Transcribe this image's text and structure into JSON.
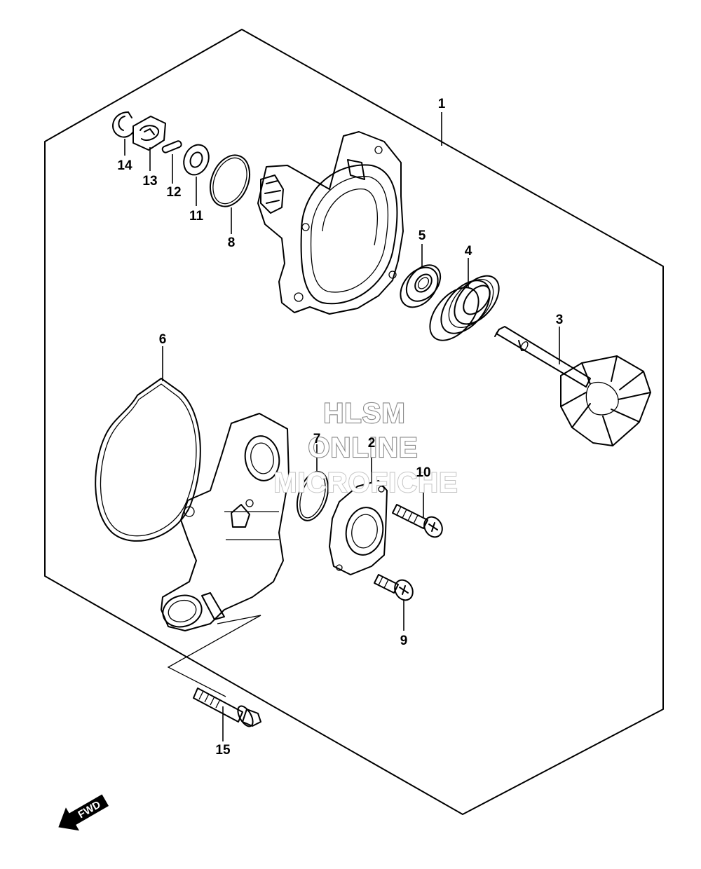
{
  "parts": [
    {
      "id": "1",
      "label": "1"
    },
    {
      "id": "2",
      "label": "2"
    },
    {
      "id": "3",
      "label": "3"
    },
    {
      "id": "4",
      "label": "4"
    },
    {
      "id": "5",
      "label": "5"
    },
    {
      "id": "6",
      "label": "6"
    },
    {
      "id": "7",
      "label": "7"
    },
    {
      "id": "8",
      "label": "8"
    },
    {
      "id": "9",
      "label": "9"
    },
    {
      "id": "10",
      "label": "10"
    },
    {
      "id": "11",
      "label": "11"
    },
    {
      "id": "12",
      "label": "12"
    },
    {
      "id": "13",
      "label": "13"
    },
    {
      "id": "14",
      "label": "14"
    },
    {
      "id": "15",
      "label": "15"
    }
  ],
  "watermark": {
    "line1": "HLSM",
    "line2": "ONLINE",
    "line3": "MICROFICHE"
  },
  "direction_label": "FWD"
}
